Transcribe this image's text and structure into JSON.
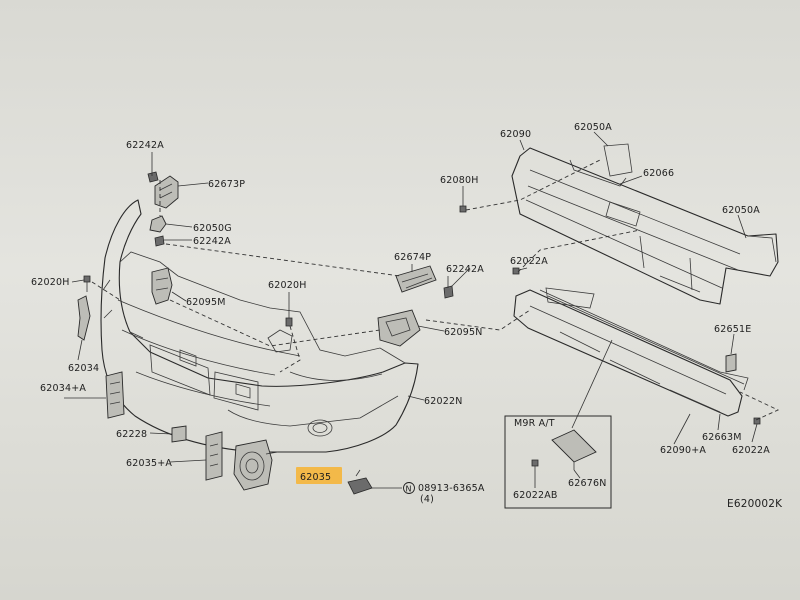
{
  "diagram": {
    "part_labels": {
      "p62242A_top": "62242A",
      "p62673P": "62673P",
      "p62050G": "62050G",
      "p62242A_mid": "62242A",
      "p62020H_left": "62020H",
      "p62095M": "62095M",
      "p62034": "62034",
      "p62034A": "62034+A",
      "p62228": "62228",
      "p62035A": "62035+A",
      "p62035": "62035",
      "p62020H_center": "62020H",
      "p62674P": "62674P",
      "p62242A_right": "62242A",
      "p62095N": "62095N",
      "p62022N": "62022N",
      "p62090_top": "62090",
      "p62050A_top": "62050A",
      "p62080H": "62080H",
      "p62066": "62066",
      "p62050A_right": "62050A",
      "p62022A_mid": "62022A",
      "p62651E": "62651E",
      "p62090A": "62090+A",
      "p62663M": "62663M",
      "p62022A_bottom": "62022A",
      "p62676N": "62676N",
      "p62022AB": "62022AB",
      "p08913": "08913-6365A",
      "p08913_qty": "(4)",
      "nut_symbol": "N"
    },
    "inset_title": "M9R A/T",
    "figure_code": "E620002K",
    "highlight_color": "#f5b53a"
  }
}
